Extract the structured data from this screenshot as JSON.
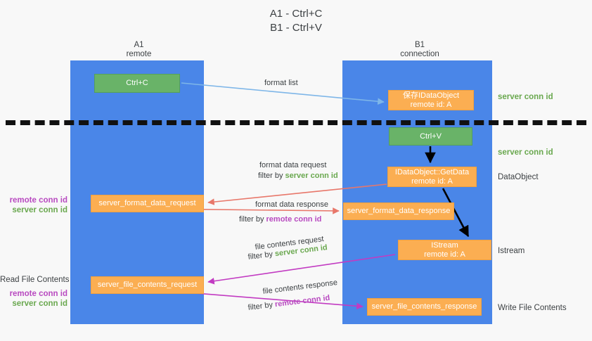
{
  "title_lines": [
    "A1 - Ctrl+C",
    "B1 - Ctrl+V"
  ],
  "columns": {
    "left": {
      "name": "A1",
      "role": "remote"
    },
    "right": {
      "name": "B1",
      "role": "connection"
    }
  },
  "colors": {
    "lane": "#4a86e8",
    "green_box": "#69b368",
    "orange_box": "#fbae52",
    "server_conn_id": "#6aa84f",
    "remote_conn_id": "#b84ac0",
    "arrow_format_list": "#7eb6e8",
    "arrow_format_data": "#e8776a",
    "arrow_file_contents": "#c23bc2",
    "arrow_black": "#000000",
    "divider": "#111111"
  },
  "boxes": {
    "ctrl_c": {
      "label": "Ctrl+C",
      "kind": "green"
    },
    "idataobject": {
      "line1": "保存IDataObject",
      "line2": "remote id: A",
      "kind": "orange"
    },
    "ctrl_v": {
      "label": "Ctrl+V",
      "kind": "green"
    },
    "getdata": {
      "line1": "IDataObject::GetData",
      "line2": "remote id: A",
      "kind": "orange"
    },
    "format_data_request": {
      "label": "server_format_data_request",
      "kind": "orange"
    },
    "format_data_response": {
      "label": "server_format_data_response",
      "kind": "orange"
    },
    "istream": {
      "line1": "IStream",
      "line2": "remote id: A",
      "kind": "orange"
    },
    "file_contents_request": {
      "label": "server_file_contents_request",
      "kind": "orange"
    },
    "file_contents_response": {
      "label": "server_file_contents_response",
      "kind": "orange"
    }
  },
  "right_labels": {
    "server_conn_id_top": "server conn id",
    "server_conn_id_mid": "server conn id",
    "dataobject": "DataObject",
    "istream": "Istream",
    "write_file_contents": "Write File Contents"
  },
  "left_labels": {
    "remote_conn_id_1": "remote conn id",
    "server_conn_id_1": "server conn id",
    "read_file_contents": "Read File Contents",
    "remote_conn_id_2": "remote conn id",
    "server_conn_id_2": "server conn id"
  },
  "annotations": {
    "format_list": "format list",
    "format_data_request": "format data request",
    "filter_by": "filter by ",
    "server_conn_id": "server conn id",
    "remote_conn_id": "remote conn id",
    "format_data_response": "format data response",
    "file_contents_request": "file contents request",
    "file_contents_response": "file contents response"
  }
}
